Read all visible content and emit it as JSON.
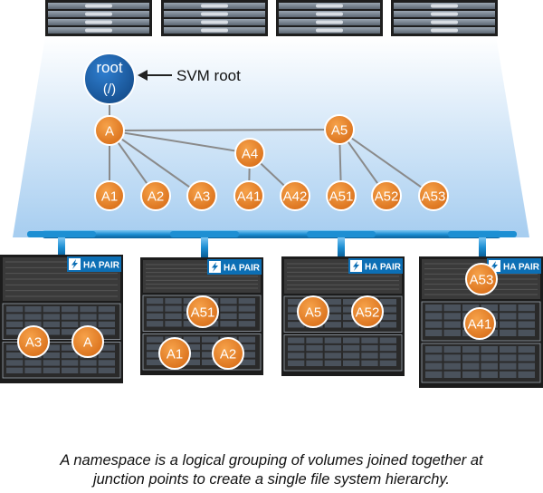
{
  "tree": {
    "root": {
      "label_top": "root",
      "label_bottom": "(/)"
    },
    "root_annotation": "SVM root",
    "nodes": [
      "A",
      "A1",
      "A2",
      "A3",
      "A4",
      "A41",
      "A42",
      "A5",
      "A51",
      "A52",
      "A53"
    ],
    "edges": [
      [
        "root",
        "A"
      ],
      [
        "A",
        "A1"
      ],
      [
        "A",
        "A2"
      ],
      [
        "A",
        "A3"
      ],
      [
        "A",
        "A4"
      ],
      [
        "A",
        "A5"
      ],
      [
        "A4",
        "A41"
      ],
      [
        "A4",
        "A42"
      ],
      [
        "A5",
        "A51"
      ],
      [
        "A5",
        "A52"
      ],
      [
        "A5",
        "A53"
      ]
    ]
  },
  "ha_pairs": [
    {
      "badge": "HA PAIR",
      "volumes": [
        "A3",
        "A"
      ]
    },
    {
      "badge": "HA PAIR",
      "volumes": [
        "A51",
        "A1",
        "A2"
      ]
    },
    {
      "badge": "HA PAIR",
      "volumes": [
        "A5",
        "A52"
      ]
    },
    {
      "badge": "HA PAIR",
      "volumes": [
        "A53",
        "A41"
      ]
    }
  ],
  "caption": {
    "line1": "A namespace is a logical grouping of volumes joined together at",
    "line2": "junction points to create a single file system hierarchy."
  },
  "colors": {
    "node_fill": "#e8872c",
    "node_stroke": "#ffffff",
    "root_fill": "#1f5fa8",
    "edge": "#8a8a8a",
    "panel_top": "#ffffff",
    "panel_bottom": "#a6cdf0",
    "badge_fill": "#0c6fb5",
    "hardware": "#2d2d2d",
    "cable": "#1d8fd3"
  }
}
